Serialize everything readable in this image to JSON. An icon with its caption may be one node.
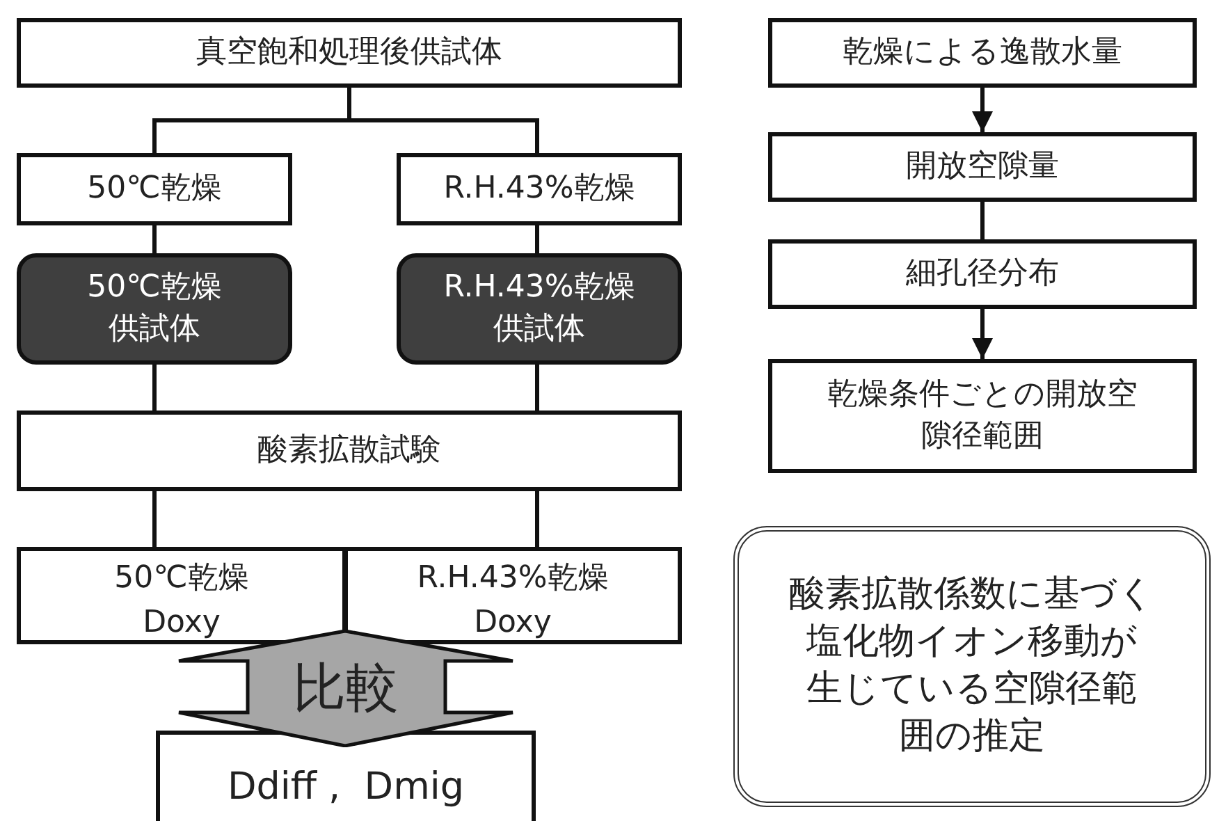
{
  "diagram": {
    "nodes": [
      {
        "text": [
          "真空飽和処理後供試体"
        ]
      },
      {
        "text": [
          "50℃乾燥"
        ]
      },
      {
        "text": [
          "R.H.43%乾燥"
        ]
      },
      {
        "text": [
          "50℃乾燥供試体"
        ]
      },
      {
        "text": [
          "R.H.43%乾燥供試体"
        ]
      },
      {
        "text": [
          "酸素拡散試験"
        ]
      },
      {
        "text": [
          "50℃乾燥",
          "Doxy"
        ]
      },
      {
        "text": [
          "R.H.43%乾燥",
          "Doxy"
        ]
      },
      {
        "text": [
          "比較"
        ]
      },
      {
        "text": [
          "Ddiff ,  Dmig"
        ]
      },
      {
        "text": [
          "乾燥による逸散水量"
        ]
      },
      {
        "text": [
          "開放空隙量"
        ]
      },
      {
        "text": [
          "細孔径分布"
        ]
      },
      {
        "text": [
          "乾燥条件ごとの開放空隙径範囲"
        ]
      },
      {
        "text": [
          "酸素拡散係数に基づく塩化物イオン移動が生じている空隙径範囲の推定"
        ]
      }
    ],
    "edges": [
      {
        "from": 0,
        "to": 1,
        "arrow": "none"
      },
      {
        "from": 0,
        "to": 2,
        "arrow": "none"
      },
      {
        "from": 1,
        "to": 3,
        "arrow": "none"
      },
      {
        "from": 2,
        "to": 4,
        "arrow": "none"
      },
      {
        "from": 3,
        "to": 5,
        "arrow": "none"
      },
      {
        "from": 4,
        "to": 5,
        "arrow": "none"
      },
      {
        "from": 5,
        "to": 6,
        "arrow": "none"
      },
      {
        "from": 5,
        "to": 7,
        "arrow": "none"
      },
      {
        "from": 10,
        "to": 11,
        "arrow": "to"
      },
      {
        "from": 11,
        "to": 12,
        "arrow": "none"
      },
      {
        "from": 12,
        "to": 13,
        "arrow": "to"
      }
    ]
  }
}
